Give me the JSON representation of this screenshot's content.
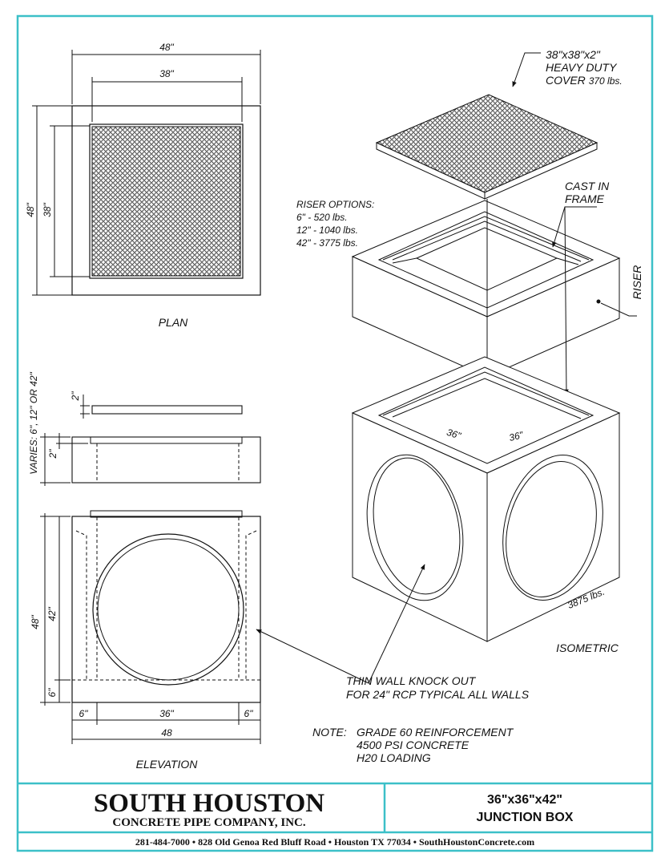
{
  "labels": {
    "plan": "PLAN",
    "elevation": "ELEVATION",
    "isometric": "ISOMETRIC"
  },
  "plan": {
    "outer_width": "48\"",
    "inner_width": "38\"",
    "outer_height": "48\"",
    "inner_height": "38\""
  },
  "elevation": {
    "varies": "VARIES: 6\", 12\" OR 42\"",
    "cover_thickness": "2\"",
    "riser_lip": "2\"",
    "height_outer": "48\"",
    "height_inner": "42\"",
    "base": "6\"",
    "wall_left": "6\"",
    "opening": "36\"",
    "wall_right": "6\"",
    "overall": "48"
  },
  "cover": {
    "line1": "38\"x38\"x2\"",
    "line2": "HEAVY DUTY",
    "line3_main": "COVER",
    "line3_weight": "370 lbs."
  },
  "riser_options": {
    "title": "RISER OPTIONS:",
    "items": [
      "6\" - 520 lbs.",
      "12\" - 1040 lbs.",
      "42\" - 3775 lbs."
    ]
  },
  "callouts": {
    "cast_in_frame_1": "CAST IN",
    "cast_in_frame_2": "FRAME",
    "riser": "RISER",
    "box_weight": "3875 lbs.",
    "inner_dim_left": "36\"",
    "inner_dim_right": "36\"",
    "knockout_1": "THIN WALL KNOCK OUT",
    "knockout_2": "FOR 24\" RCP TYPICAL ALL WALLS"
  },
  "note": {
    "prefix": "NOTE:",
    "lines": [
      "GRADE 60 REINFORCEMENT",
      "4500 PSI CONCRETE",
      "H20 LOADING"
    ]
  },
  "title_block": {
    "company": "SOUTH HOUSTON",
    "company_sub": "CONCRETE PIPE COMPANY, INC.",
    "title_line1": "36\"x36\"x42\"",
    "title_line2": "JUNCTION BOX",
    "footer": "281-484-7000  •  828 Old Genoa Red Bluff Road  •  Houston TX 77034  •  SouthHoustonConcrete.com"
  },
  "colors": {
    "border": "#3cc0c8",
    "line": "#111111"
  }
}
